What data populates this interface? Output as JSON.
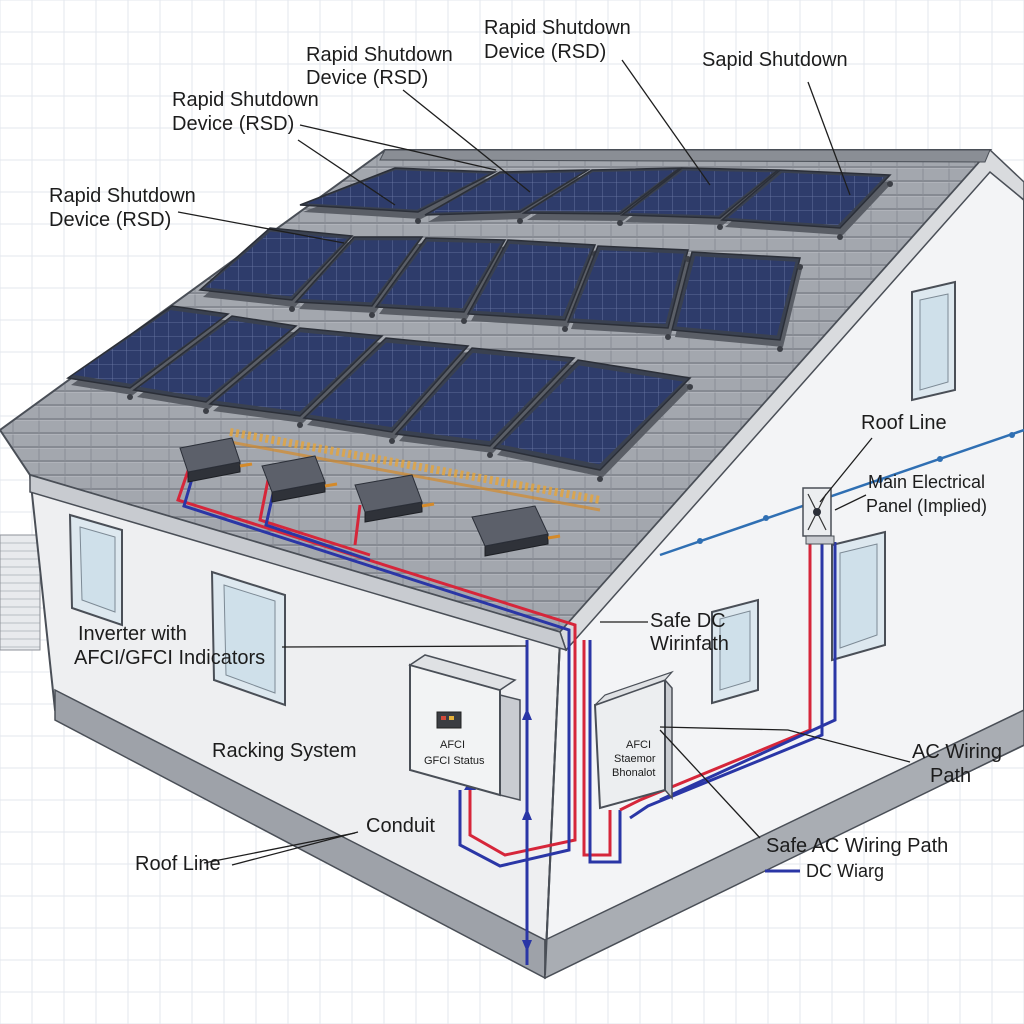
{
  "labels": {
    "rsd_top_center": [
      "Rapid Shutdown",
      "Device (RSD)"
    ],
    "rsd_upper_left": [
      "Rapid Shutdown",
      "Device (RSD)"
    ],
    "rsd_mid_left": [
      "Rapid Shutdown",
      "Device (RSD)"
    ],
    "rsd_far_left": [
      "Rapid Shutdown",
      "Device (RSD)"
    ],
    "sapid_shutdown": "Sapid Shutdown",
    "roof_line_right": "Roof Line",
    "main_panel": [
      "Main Electrical",
      "Panel (Implied)"
    ],
    "safe_dc": [
      "Safe DC",
      "Wirinfath"
    ],
    "inverter": [
      "Inverter with",
      "AFCI/GFCI Indicators"
    ],
    "racking": "Racking System",
    "conduit": "Conduit",
    "roof_line_left": "Roof Line",
    "ac_wiring": [
      "AC Wiring",
      "Path"
    ],
    "safe_ac": "Safe AC Wiring Path",
    "dc_legend": "DC Wiarg",
    "inverter_display": [
      "AFCI",
      "GFCI Status"
    ],
    "box_text": [
      "AFCI",
      "Staemor",
      "Bhonalot"
    ]
  },
  "colors": {
    "dc_wire": "#d6263a",
    "ac_wire": "#2a36a6",
    "grid_line": "#2f6fb3",
    "panel": "#2f3d6b",
    "roof": "#9a9ea6",
    "wall": "#eeeff1"
  }
}
